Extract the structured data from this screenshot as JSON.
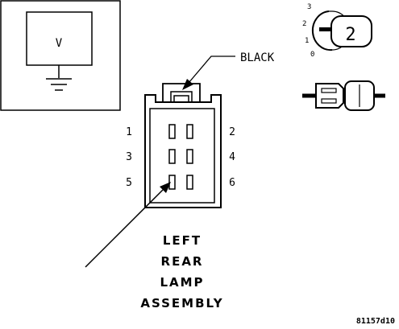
{
  "meter": {
    "symbol": "V"
  },
  "connector": {
    "color_callout": "BLACK",
    "pins": {
      "p1": "1",
      "p2": "2",
      "p3": "3",
      "p4": "4",
      "p5": "5",
      "p6": "6"
    },
    "assembly": {
      "line1": "LEFT",
      "line2": "REAR",
      "line3": "LAMP",
      "line4": "ASSEMBLY"
    }
  },
  "ignition_switch": {
    "positions": {
      "pos3": "3",
      "pos2": "2",
      "pos1": "1",
      "pos0": "0"
    },
    "key_position": "2"
  },
  "figure_id": "81157d10"
}
